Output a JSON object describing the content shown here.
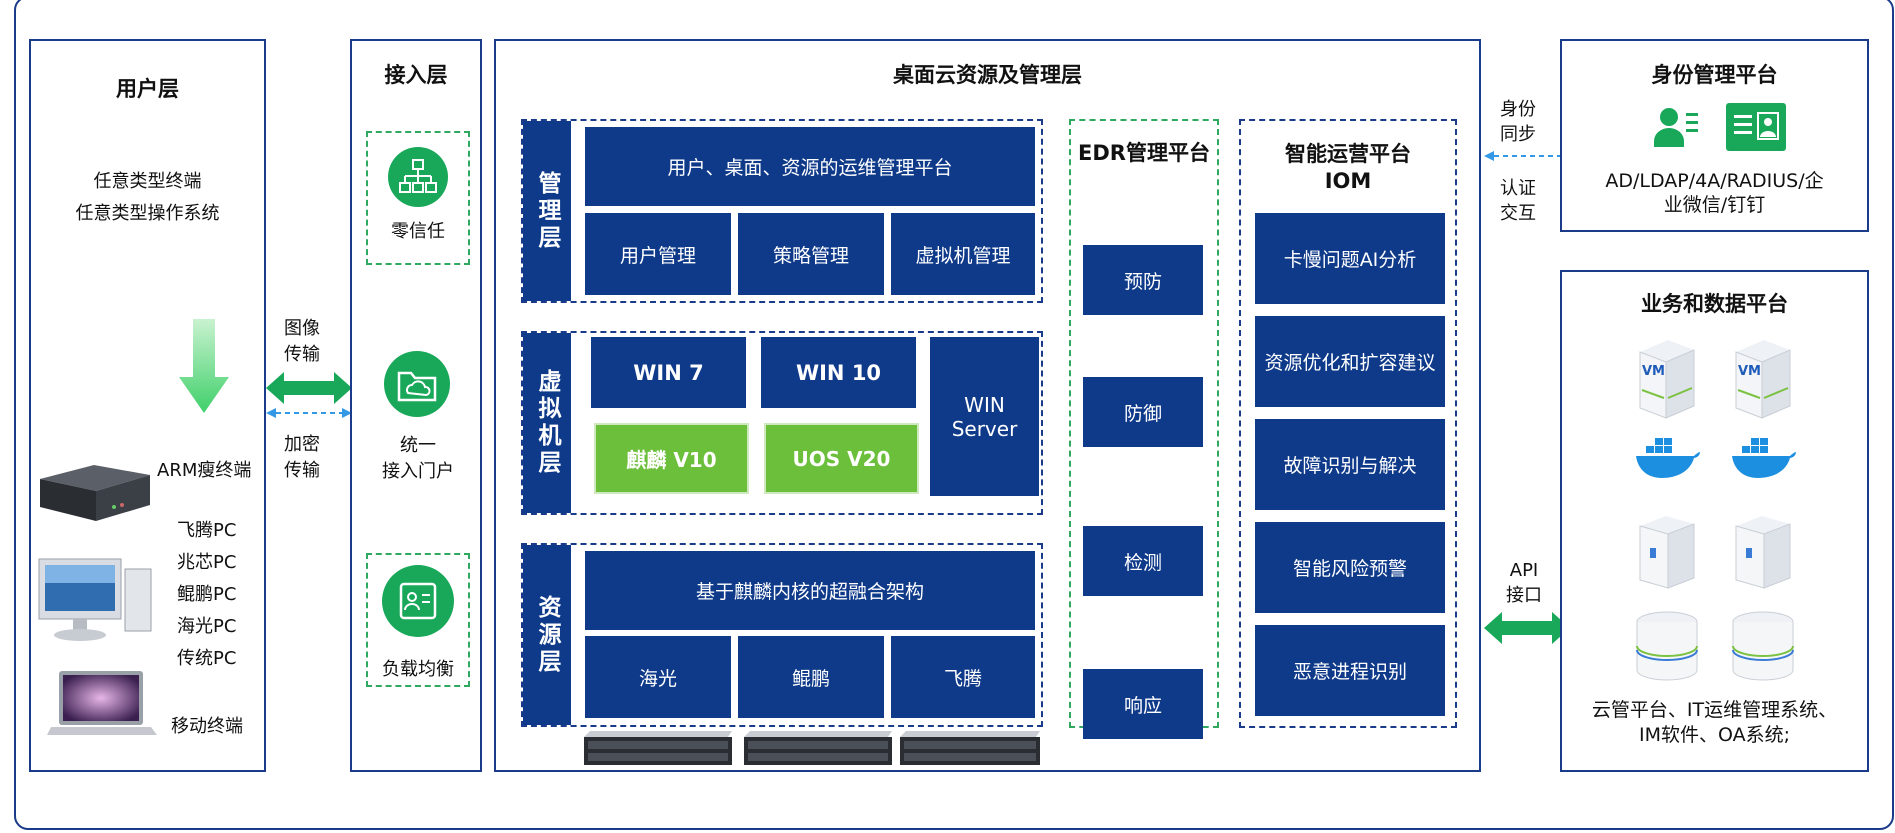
{
  "user_layer": {
    "title": "用户层",
    "line1": "任意类型终端",
    "line2": "任意类型操作系统",
    "arm": "ARM瘦终端",
    "pcs": [
      "飞腾PC",
      "兆芯PC",
      "鲲鹏PC",
      "海光PC",
      "传统PC"
    ],
    "mobile": "移动终端"
  },
  "links": {
    "image_line1": "图像",
    "image_line2": "传输",
    "encrypt_line1": "加密",
    "encrypt_line2": "传输",
    "identity_line1": "身份",
    "identity_line2": "同步",
    "auth_line1": "认证",
    "auth_line2": "交互",
    "api_line1": "API",
    "api_line2": "接口"
  },
  "access_layer": {
    "title": "接入层",
    "items": [
      {
        "label1": "零信任",
        "label2": "",
        "icon": "org-chart-icon"
      },
      {
        "label1": "统一",
        "label2": "接入门户",
        "icon": "folder-cloud-icon"
      },
      {
        "label1": "负载均衡",
        "label2": "",
        "icon": "id-card-icon"
      }
    ]
  },
  "desktop_cloud": {
    "title": "桌面云资源及管理层",
    "mgmt": {
      "label": "管理层",
      "top": "用户、桌面、资源的运维管理平台",
      "cells": [
        "用户管理",
        "策略管理",
        "虚拟机管理"
      ]
    },
    "vm": {
      "label": "虚拟机层",
      "row1": [
        "WIN 7",
        "WIN 10"
      ],
      "row2": [
        "麒麟 V10",
        "UOS V20"
      ],
      "server_line1": "WIN",
      "server_line2": "Server"
    },
    "resource": {
      "label": "资源层",
      "top": "基于麒麟内核的超融合架构",
      "cells": [
        "海光",
        "鲲鹏",
        "飞腾"
      ]
    }
  },
  "edr": {
    "title": "EDR管理平台",
    "items": [
      "预防",
      "防御",
      "检测",
      "响应"
    ]
  },
  "iom": {
    "title_line1": "智能运营平台",
    "title_line2": "IOM",
    "items": [
      "卡慢问题AI分析",
      "资源优化和扩容建议",
      "故障识别与解决",
      "智能风险预警",
      "恶意进程识别"
    ]
  },
  "identity": {
    "title": "身份管理平台",
    "desc_line1": "AD/LDAP/4A/RADIUS/企",
    "desc_line2": "业微信/钉钉"
  },
  "business": {
    "title": "业务和数据平台",
    "vm_badge": "VM",
    "desc_line1": "云管平台、IT运维管理系统、",
    "desc_line2": "IM软件、OA系统;"
  },
  "colors": {
    "navy": "#0f3a8a",
    "green_block": "#6cbf3b",
    "accent_green": "#19a85a",
    "link_blue": "#3399e6"
  }
}
